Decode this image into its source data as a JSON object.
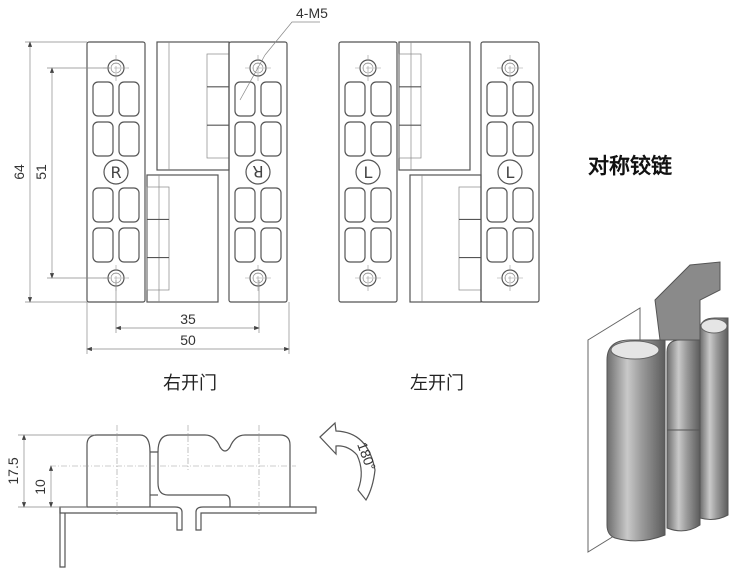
{
  "front_view": {
    "thread_callout": "4-M5",
    "dim_height_total": "64",
    "dim_hole_spacing_vertical": "51",
    "dim_hole_spacing_horizontal": "35",
    "dim_width_total": "50",
    "right_door_mark": "R",
    "left_door_mark": "L"
  },
  "labels": {
    "right_door": "右开门",
    "left_door": "左开门",
    "product_name": "对称铰链"
  },
  "side_view": {
    "dim_height_total": "17.5",
    "dim_axis_height": "10",
    "rotation_angle": "180°"
  }
}
